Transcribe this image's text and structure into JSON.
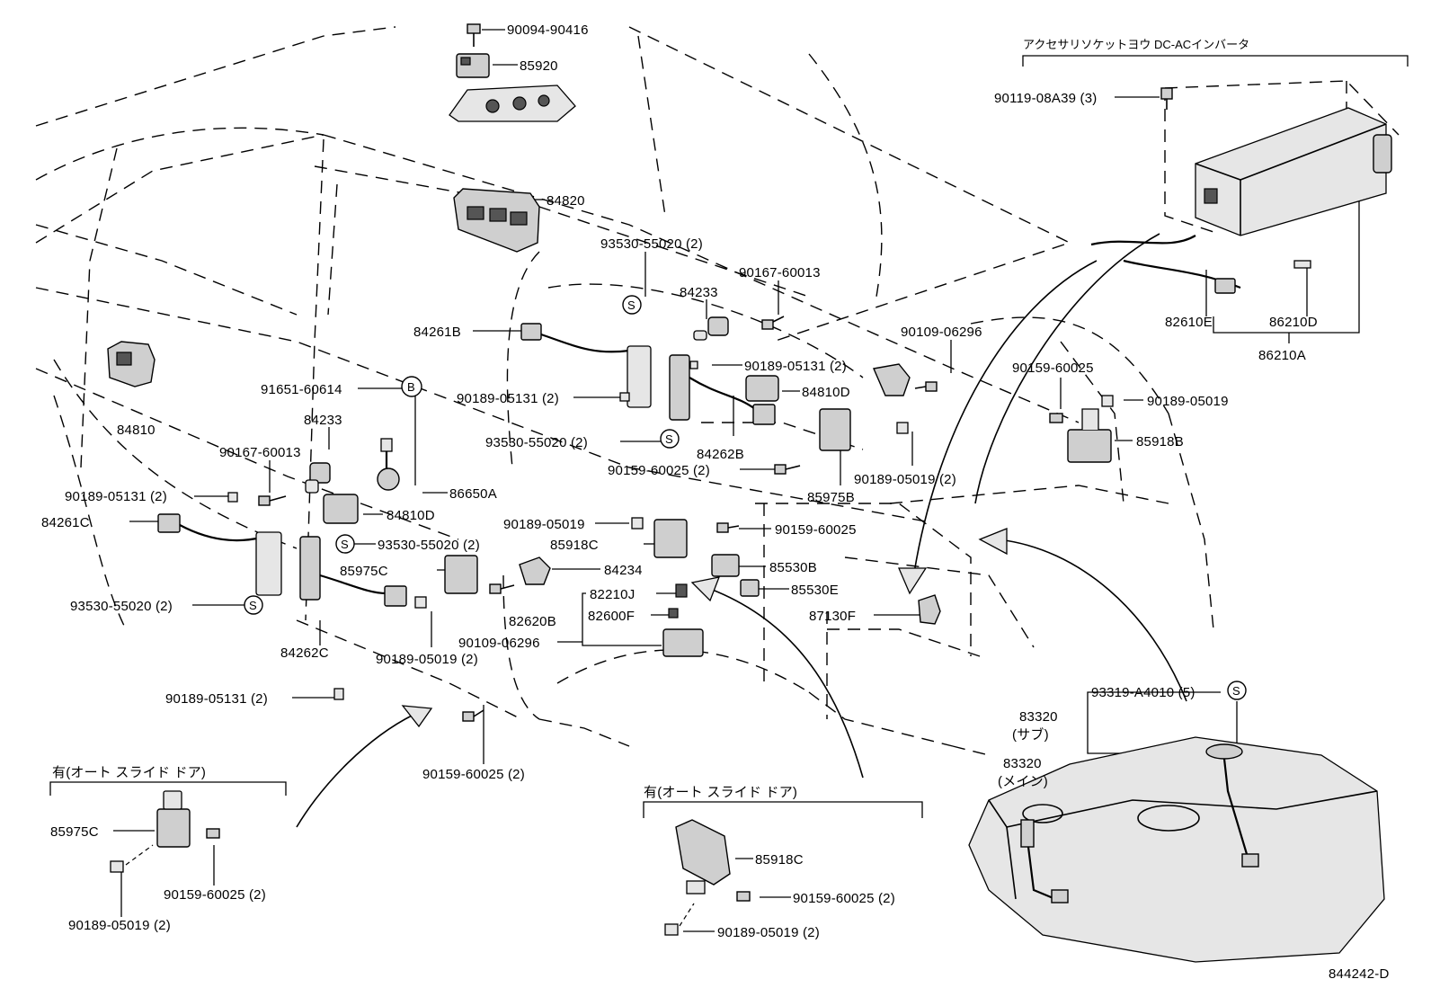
{
  "diagram": {
    "drawing_code": "844242-D",
    "inset_top_right_title": "アクセサリソケットヨウ DC-ACインバータ",
    "inset_left_title": "有(オート スライド ドア)",
    "inset_center_title": "有(オート スライド ドア)",
    "symbols": {
      "s": "S",
      "b": "B"
    },
    "labels": {
      "p90094_90416": "90094-90416",
      "p85920": "85920",
      "p84820": "84820",
      "p93530_55020_top": "93530-55020 (2)",
      "p90167_60013_top": "90167-60013",
      "p84233_top": "84233",
      "p84261B": "84261B",
      "p90189_05131_mid": "90189-05131 (2)",
      "p90109_06296_top": "90109-06296",
      "p84810D_right": "84810D",
      "p91651_60614": "91651-60614",
      "p90189_05131_center": "90189-05131 (2)",
      "p93530_55020_center": "93530-55020 (2)",
      "p84262B": "84262B",
      "p84810": "84810",
      "p84233_left": "84233",
      "p90167_60013_left": "90167-60013",
      "p90189_05131_left": "90189-05131 (2)",
      "p84261C": "84261C",
      "p86650A": "86650A",
      "p84810D_left": "84810D",
      "p93530_55020_lower": "93530-55020 (2)",
      "p85975C_mid": "85975C",
      "p93530_55020_leftlow": "93530-55020 (2)",
      "p84262C": "84262C",
      "p90189_05019_lowleft": "90189-05019 (2)",
      "p90189_05131_bottom": "90189-05131 (2)",
      "p90159_60025_center": "90159-60025 (2)",
      "p85975B": "85975B",
      "p90189_05019_center": "90189-05019 (2)",
      "p90189_05019_mid": "90189-05019",
      "p90159_60025_mid": "90159-60025",
      "p85918C_mid": "85918C",
      "p84234": "84234",
      "p85530B": "85530B",
      "p85530E": "85530E",
      "p82210J": "82210J",
      "p82620B": "82620B",
      "p82600F": "82600F",
      "p90109_06296_low": "90109-06296",
      "p87130F": "87130F",
      "p90159_60025_bottom": "90159-60025 (2)",
      "p90119_08A39": "90119-08A39 (3)",
      "p82610E": "82610E",
      "p86210D": "86210D",
      "p86210A": "86210A",
      "p90159_60025_right": "90159-60025",
      "p90189_05019_right": "90189-05019",
      "p85918B": "85918B",
      "p93319_A4010": "93319-A4010 (5)",
      "p83320_sub_num": "83320",
      "p83320_sub_name": "(サブ)",
      "p83320_main_num": "83320",
      "p83320_main_name": "(メイン)",
      "p85975C_inset": "85975C",
      "p90159_60025_inset": "90159-60025 (2)",
      "p90189_05019_inset": "90189-05019 (2)",
      "p85918C_inset": "85918C",
      "p90159_60025_inset2": "90159-60025 (2)",
      "p90189_05019_inset2": "90189-05019 (2)"
    }
  }
}
